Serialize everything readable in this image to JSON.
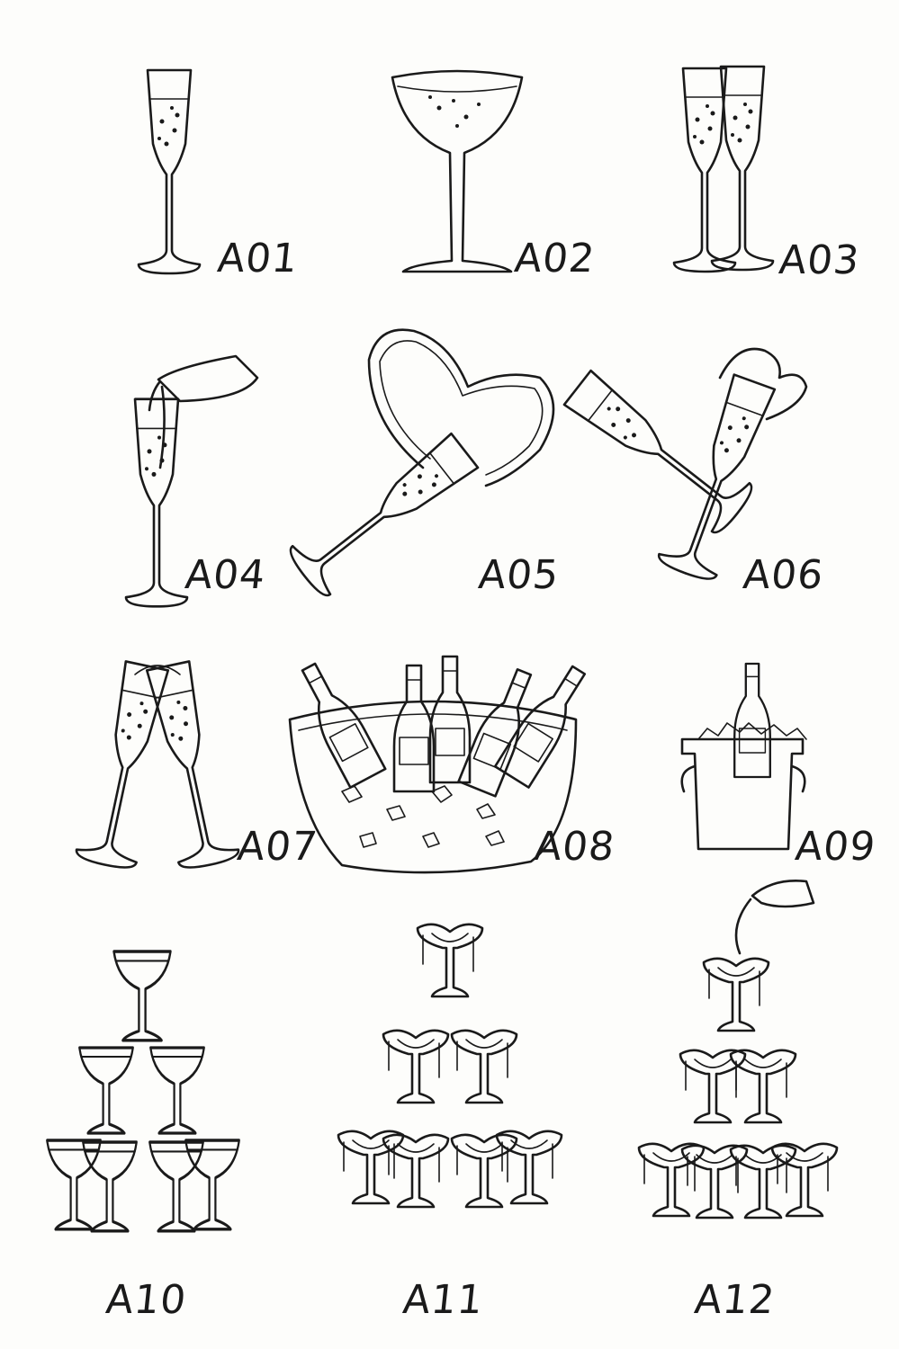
{
  "catalog": {
    "items": [
      {
        "code": "A01",
        "icon": "champagne-flute-icon"
      },
      {
        "code": "A02",
        "icon": "champagne-coupe-icon"
      },
      {
        "code": "A03",
        "icon": "two-flutes-icon"
      },
      {
        "code": "A04",
        "icon": "pouring-bottle-flute-icon"
      },
      {
        "code": "A05",
        "icon": "flute-heart-splash-icon"
      },
      {
        "code": "A06",
        "icon": "toasting-flutes-heart-icon"
      },
      {
        "code": "A07",
        "icon": "clinking-flutes-icon"
      },
      {
        "code": "A08",
        "icon": "ice-bucket-bottles-icon"
      },
      {
        "code": "A09",
        "icon": "bottle-in-ice-bucket-icon"
      },
      {
        "code": "A10",
        "icon": "coupe-tower-icon"
      },
      {
        "code": "A11",
        "icon": "overflowing-coupe-tower-icon"
      },
      {
        "code": "A12",
        "icon": "poured-coupe-tower-icon"
      }
    ]
  }
}
